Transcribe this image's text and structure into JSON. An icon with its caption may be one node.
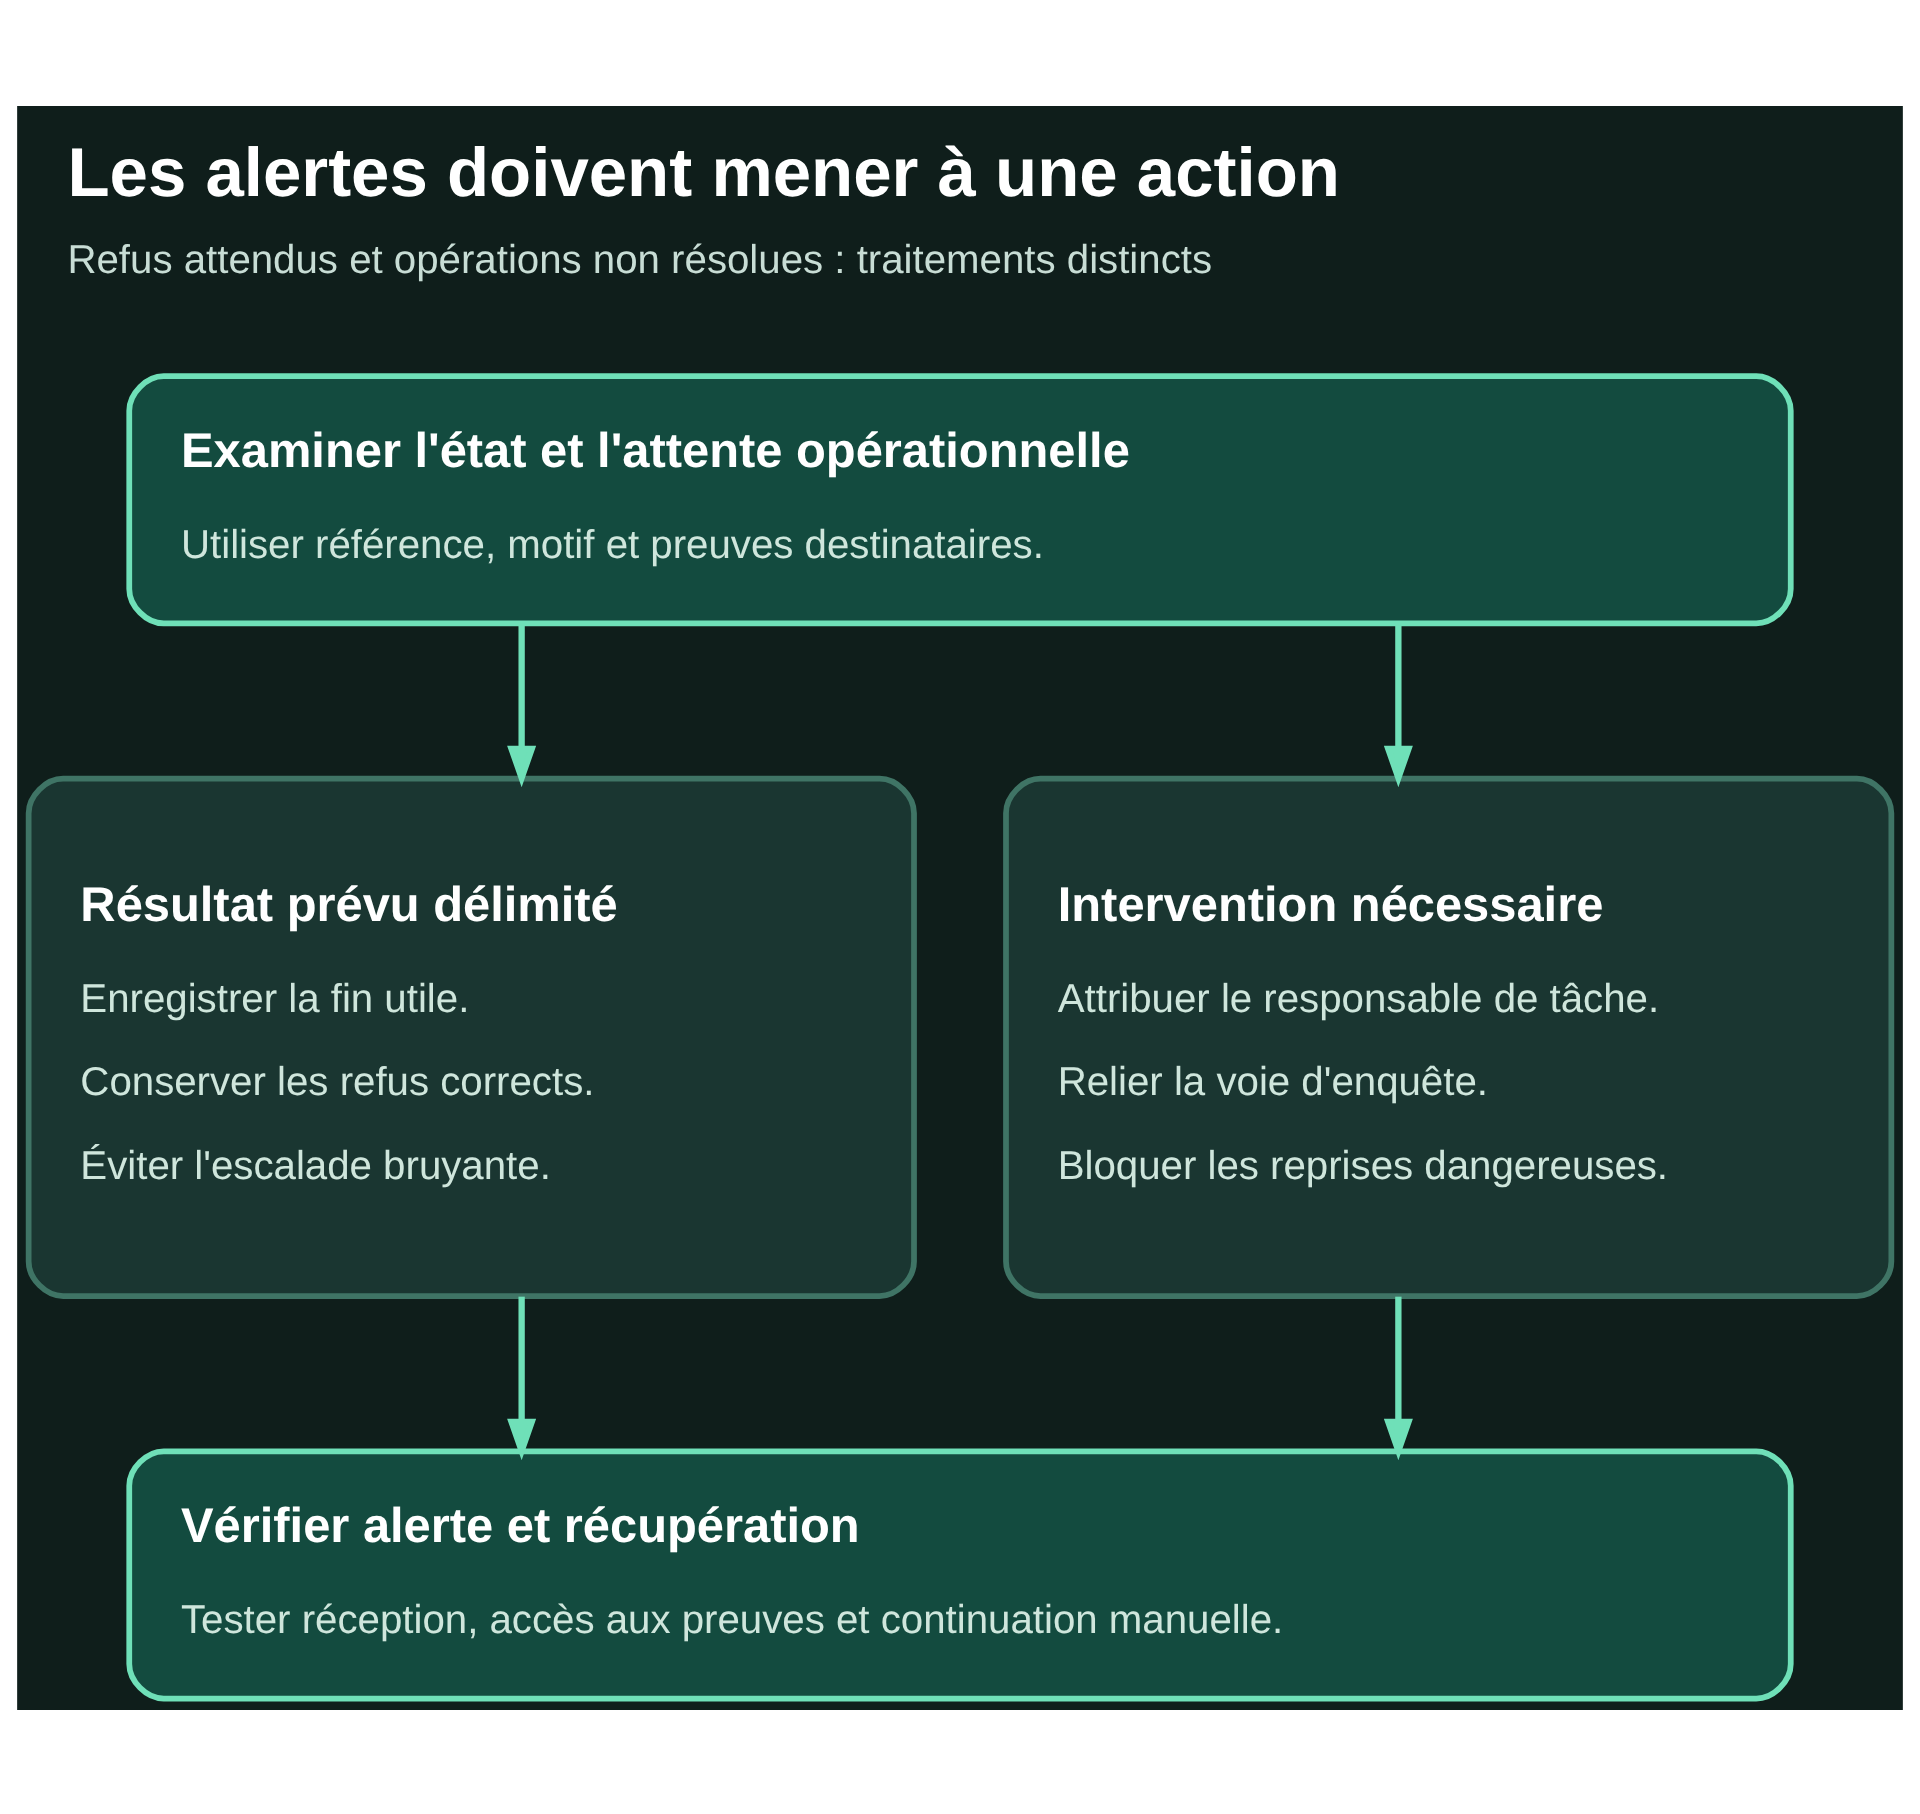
{
  "diagram": {
    "title": "Les alertes doivent mener à une action",
    "caption": "Refus attendus et opérations non résolues : traitements distincts",
    "nodes": [
      {
        "text": [
          "Examiner l'état et l'attente opérationnelle",
          "Utiliser référence, motif et preuves destinataires."
        ]
      },
      {
        "text": [
          "Résultat prévu délimité",
          "Enregistrer la fin utile.",
          "Conserver les refus corrects.",
          "Éviter l'escalade bruyante."
        ]
      },
      {
        "text": [
          "Intervention nécessaire",
          "Attribuer le responsable de tâche.",
          "Relier la voie d'enquête.",
          "Bloquer les reprises dangereuses."
        ]
      },
      {
        "text": [
          "Vérifier alerte et récupération",
          "Tester réception, accès aux preuves et continuation manuelle."
        ]
      }
    ],
    "edges": [
      {
        "from": 0,
        "to": 1,
        "arrow": "to"
      },
      {
        "from": 0,
        "to": 2,
        "arrow": "to"
      },
      {
        "from": 1,
        "to": 3,
        "arrow": "to"
      },
      {
        "from": 2,
        "to": 3,
        "arrow": "to"
      }
    ]
  }
}
